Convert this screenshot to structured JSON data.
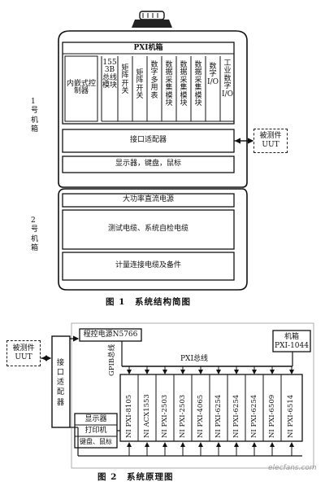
{
  "figure1": {
    "caption": "图 1　系统结构简图",
    "chassis1_label": "1号机箱",
    "chassis2_label": "2号机箱",
    "pxi_title": "PXI机箱",
    "embedded_controller": "内嵌式控制器",
    "modules": [
      "1553B总线模块",
      "矩阵开关",
      "矩阵开关",
      "数字多用表",
      "数据采集模块",
      "数据采集模块",
      "数据采集模块",
      "数字I/O",
      "工业数字I/O"
    ],
    "interface_adapter": "接口适配器",
    "display_row": "显示器，键盘，鼠标",
    "uut_label": "被测件\nUUT",
    "dc_power": "大功率直流电源",
    "test_cables": "测试电缆、系统自检电缆",
    "metering_cables": "计量连接电缆及备件"
  },
  "figure2": {
    "caption": "图 2　系统原理图",
    "uut_label": "被测件\nUUT",
    "interface_adapter": "接口适配器",
    "power_supply": "程控电源N5766",
    "gpib_bus": "GPIB总线",
    "pxi_bus": "PXI总线",
    "chassis": "机箱\nPXI-1044",
    "display": "显示器",
    "printer": "打印机",
    "kbd_mouse": "键盘、鼠标",
    "cards": [
      "NI PXI-8105",
      "NI ACX1553",
      "NI PXI-2503",
      "NI PXI-2503",
      "NI PXI-4065",
      "NI PXI-6254",
      "NI PXI-6254",
      "NI PXI-6254",
      "NI PXI-6509",
      "NI PXI-6514"
    ]
  },
  "watermark": "elecfans.com"
}
